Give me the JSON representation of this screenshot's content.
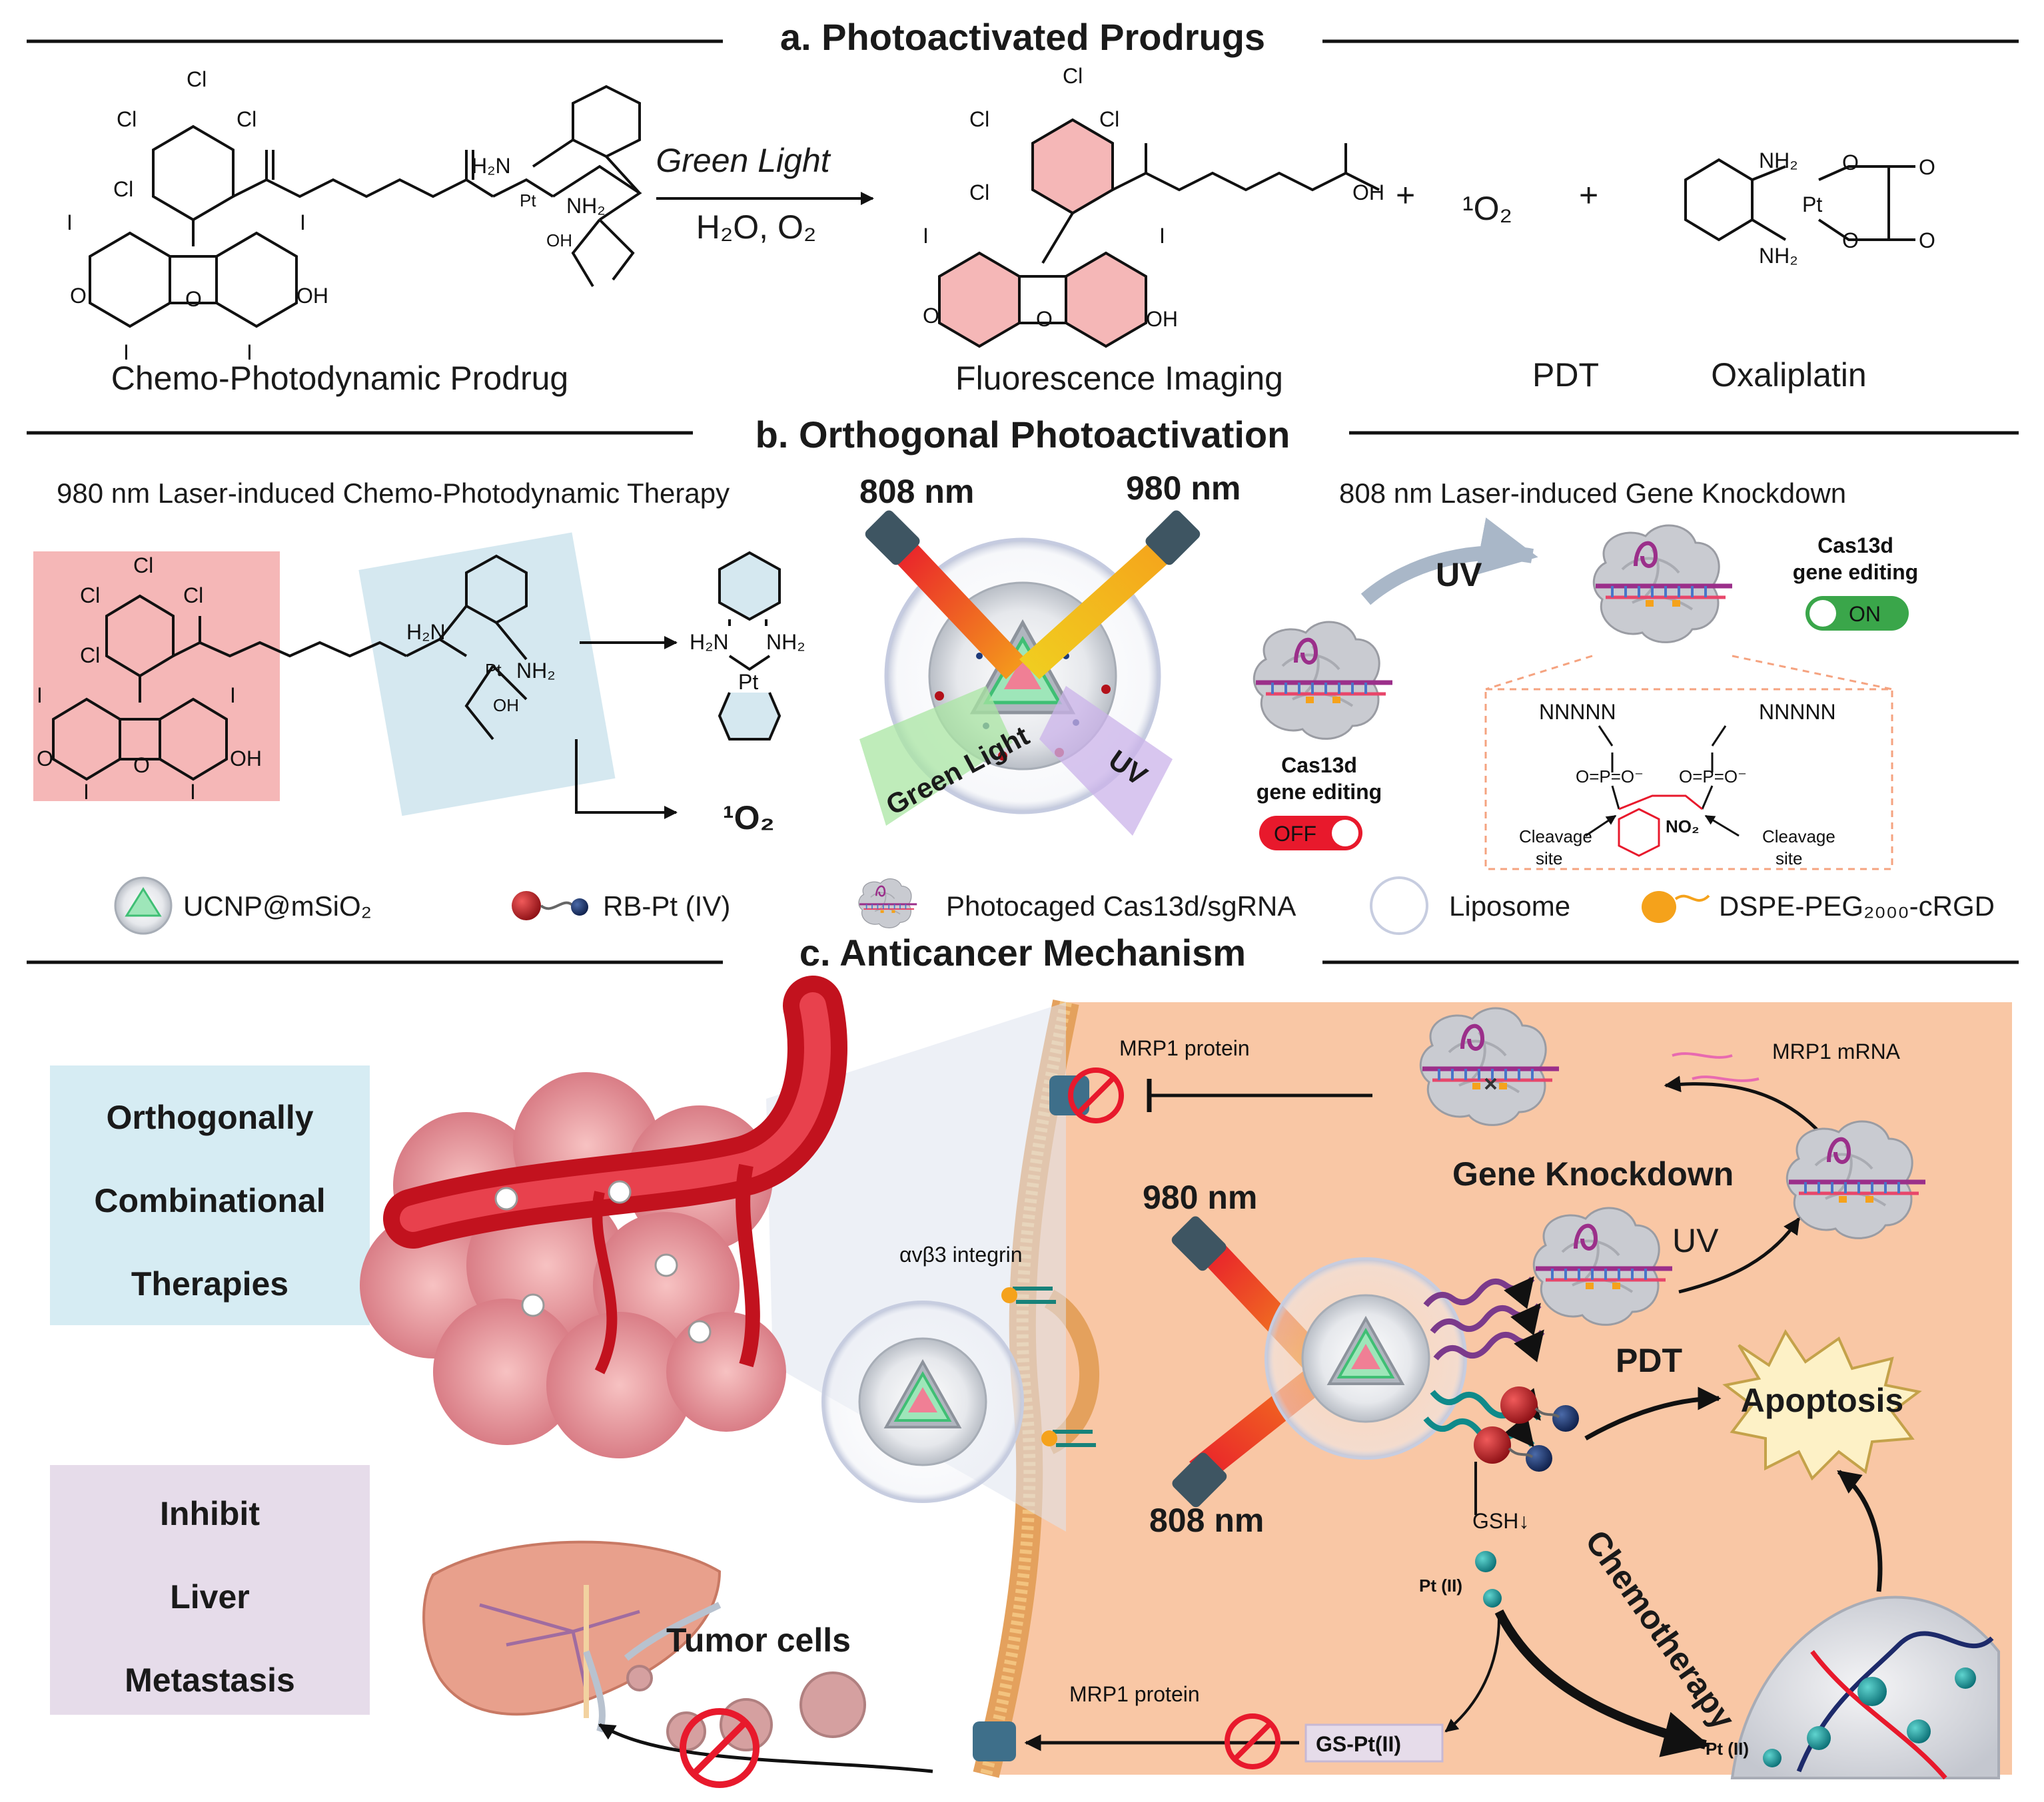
{
  "sections": {
    "a": "a. Photoactivated Prodrugs",
    "b": "b. Orthogonal Photoactivation",
    "c": "c. Anticancer Mechanism"
  },
  "panel_a": {
    "reaction_top": "Green Light",
    "reaction_bottom": "H₂O,  O₂",
    "plus": "+",
    "singlet_oxygen": "¹O₂",
    "label_prodrug": "Chemo-Photodynamic Prodrug",
    "label_imaging": "Fluorescence Imaging",
    "label_pdt": "PDT",
    "label_oxaliplatin": "Oxaliplatin"
  },
  "chem_text": {
    "Cl": "Cl",
    "I": "I",
    "O": "O",
    "OH": "OH",
    "H2N": "H₂N",
    "NH2": "NH₂",
    "Pt": "Pt",
    "NO2": "NO₂"
  },
  "panel_b": {
    "left_title": "980 nm Laser-induced Chemo-Photodynamic Therapy",
    "right_title": "808 nm Laser-induced Gene Knockdown",
    "laser_808": "808 nm",
    "laser_980": "980 nm",
    "green_light": "Green Light",
    "uv_beam": "UV",
    "uv_arrow": "UV",
    "singlet_oxygen": "¹O₂",
    "cas_label_line1": "Cas13d",
    "cas_label_line2": "gene editing",
    "switch_off": "OFF",
    "switch_on": "ON",
    "nnnnn": "NNNNN",
    "phosphate": "O=P=O⁻",
    "cleavage": "Cleavage",
    "site": "site"
  },
  "legend": [
    {
      "label": "UCNP@mSiO₂"
    },
    {
      "label": "RB-Pt (IV)"
    },
    {
      "label": "Photocaged Cas13d/sgRNA"
    },
    {
      "label": "Liposome"
    },
    {
      "label": "DSPE-PEG₂₀₀₀-cRGD"
    }
  ],
  "panel_c": {
    "box1": [
      "Orthogonally",
      "Combinational",
      "Therapies"
    ],
    "box2": [
      "Inhibit",
      "Liver",
      "Metastasis"
    ],
    "mrp1_protein_top": "MRP1 protein",
    "mrp1_mrna": "MRP1 mRNA",
    "gene_knockdown": "Gene Knockdown",
    "laser_980": "980 nm",
    "laser_808": "808 nm",
    "uv": "UV",
    "integrin": "αvβ3 integrin",
    "pdt": "PDT",
    "apoptosis": "Apoptosis",
    "gsh": "GSH↓",
    "pt2_a": "Pt (II)",
    "pt2_b": "Pt (II)",
    "chemotherapy": "Chemotherapy",
    "mrp1_protein_bottom": "MRP1 protein",
    "gs_pt": "GS-Pt(II)",
    "tumor_cells": "Tumor cells"
  },
  "colors": {
    "cell_bg": "#f9c7a5",
    "box_blue": "#d6ecf3",
    "box_purple": "#e6dcea",
    "rb_pink": "#f5b7b7",
    "pt_blue": "#d5e8f0",
    "yellow_text": "#ffe600",
    "red": "#e8192c",
    "orange": "#f5a21b",
    "purple": "#7b3a8b",
    "teal": "#0f8a8a"
  }
}
